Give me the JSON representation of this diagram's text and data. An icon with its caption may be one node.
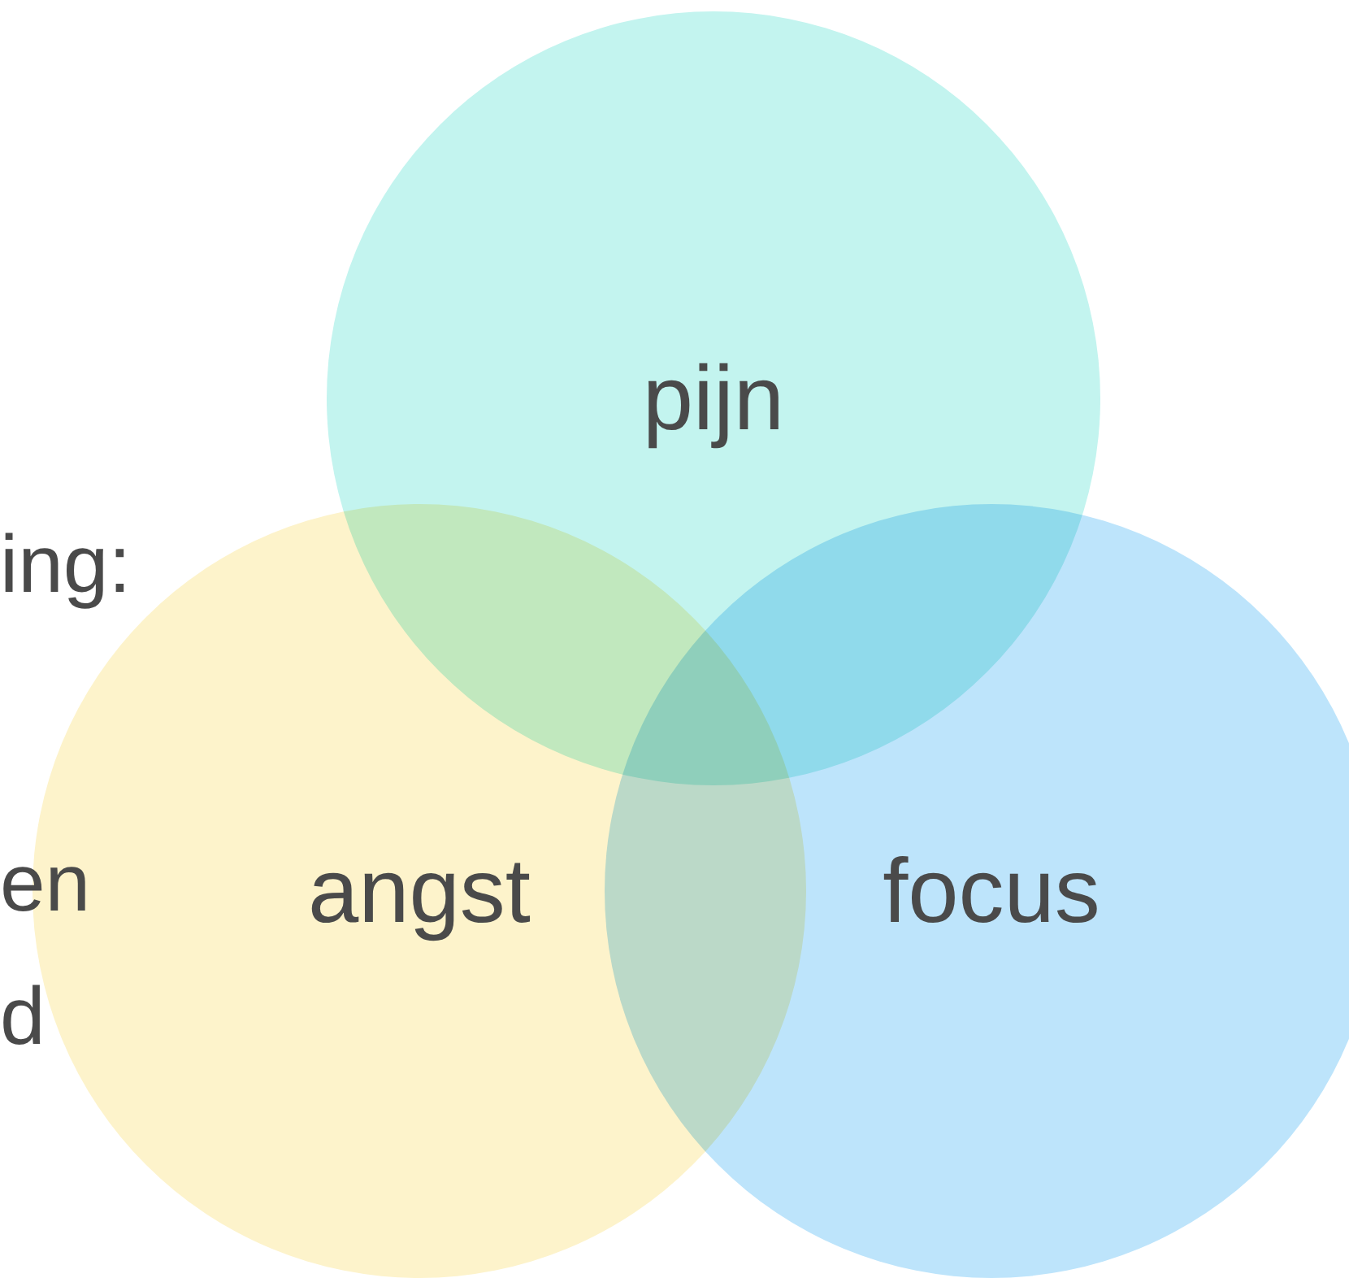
{
  "diagram": {
    "nodes": [
      {
        "text": [
          "pijn"
        ]
      },
      {
        "text": [
          "angst"
        ]
      },
      {
        "text": [
          "focus"
        ]
      }
    ],
    "labels": [
      "ing:",
      "en",
      "d"
    ]
  }
}
